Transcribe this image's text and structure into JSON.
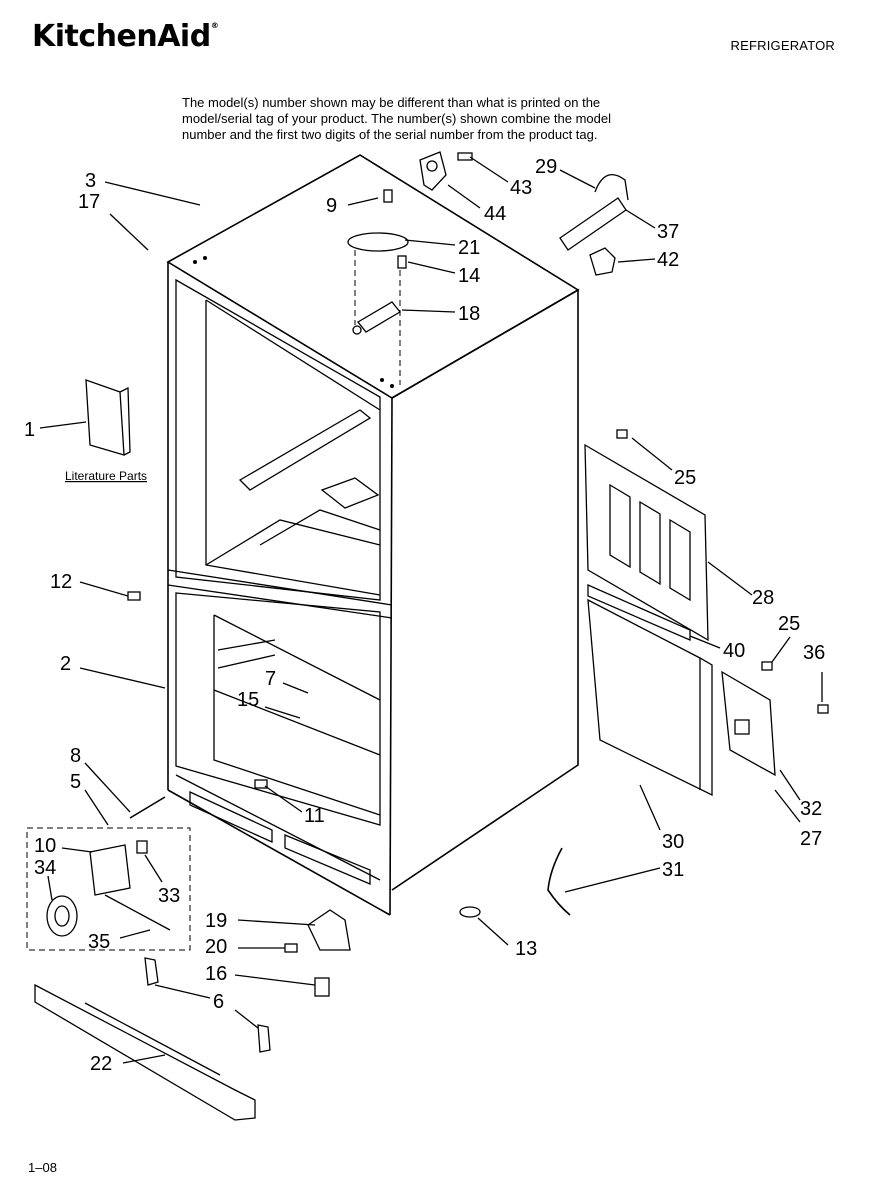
{
  "header": {
    "brand": "KitchenAid",
    "brand_mark": "®",
    "category": "REFRIGERATOR"
  },
  "notice": {
    "lines": [
      "The model(s) number shown may be different than what is printed on the",
      "model/serial tag of your product. The number(s) shown combine the model",
      "number and the first two digits of the serial number from the product tag."
    ]
  },
  "literature_label": "Literature Parts",
  "footer": {
    "page_code": "1–08"
  },
  "callouts": [
    "3",
    "17",
    "9",
    "43",
    "44",
    "29",
    "37",
    "21",
    "14",
    "42",
    "18",
    "1",
    "25",
    "28",
    "12",
    "40",
    "25",
    "36",
    "2",
    "7",
    "15",
    "8",
    "5",
    "11",
    "32",
    "27",
    "10",
    "34",
    "33",
    "30",
    "31",
    "19",
    "20",
    "13",
    "16",
    "6",
    "35",
    "22"
  ]
}
